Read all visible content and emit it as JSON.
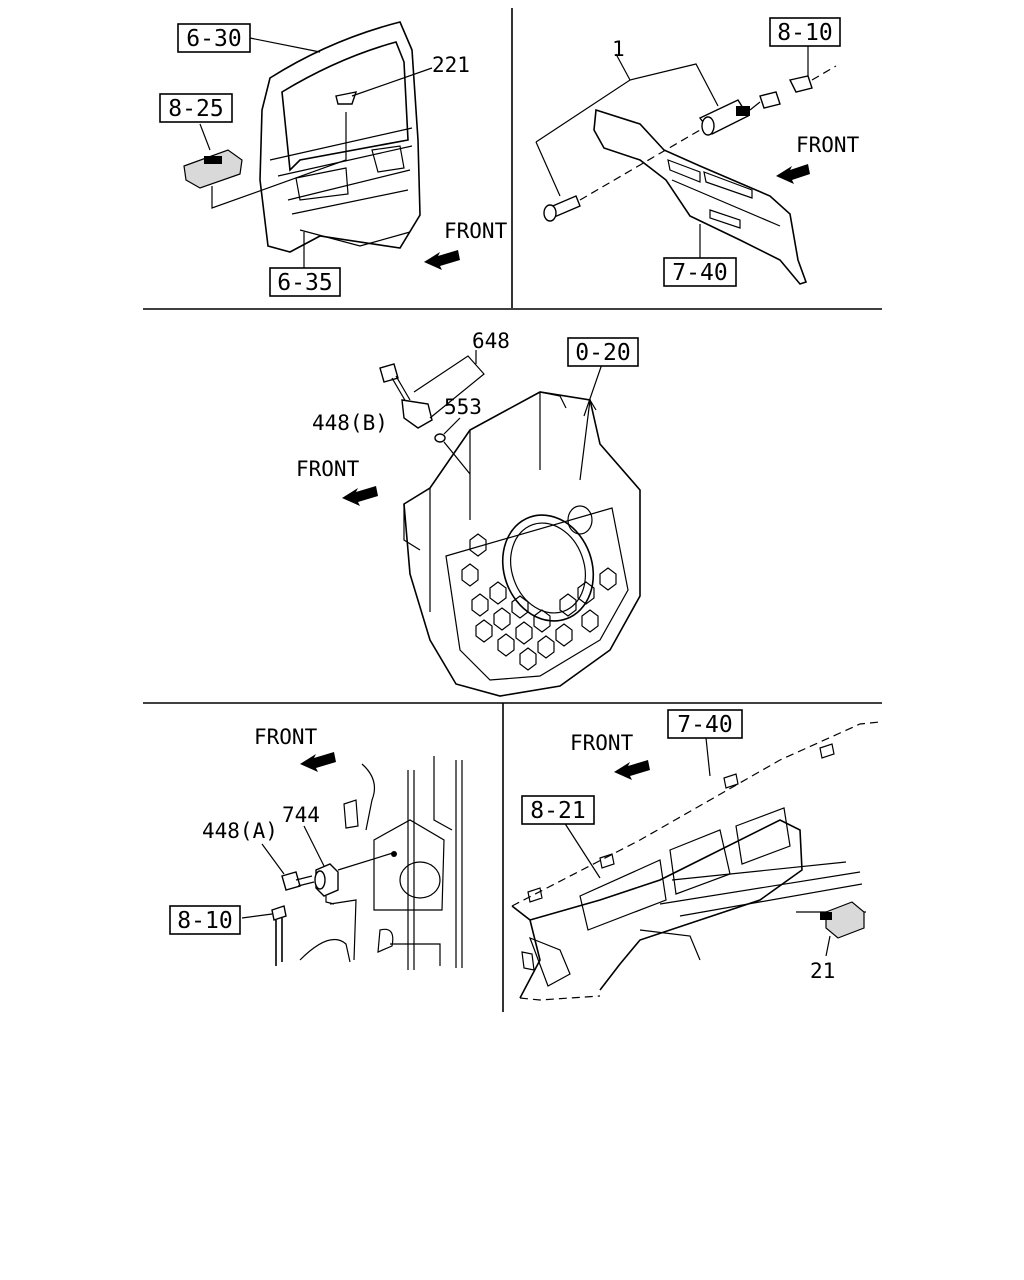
{
  "panels": {
    "door": {
      "refs": {
        "door": "6-30",
        "trim": "6-35",
        "switch": "8-25"
      },
      "part": "221",
      "front": "FRONT"
    },
    "dash_side": {
      "refs": {
        "harness": "8-10",
        "panel": "7-40"
      },
      "part": "1",
      "front": "FRONT"
    },
    "flywheel": {
      "refs": {
        "housing": "0-20"
      },
      "parts": {
        "sensor": "648",
        "oring": "553",
        "bolt": "448(B)"
      },
      "front": "FRONT"
    },
    "bracket": {
      "refs": {
        "harness": "8-10"
      },
      "parts": {
        "bolt": "448(A)",
        "sensor": "744"
      },
      "front": "FRONT"
    },
    "instrument": {
      "refs": {
        "panel": "7-40",
        "meter": "8-21"
      },
      "part": "21",
      "front": "FRONT"
    }
  }
}
